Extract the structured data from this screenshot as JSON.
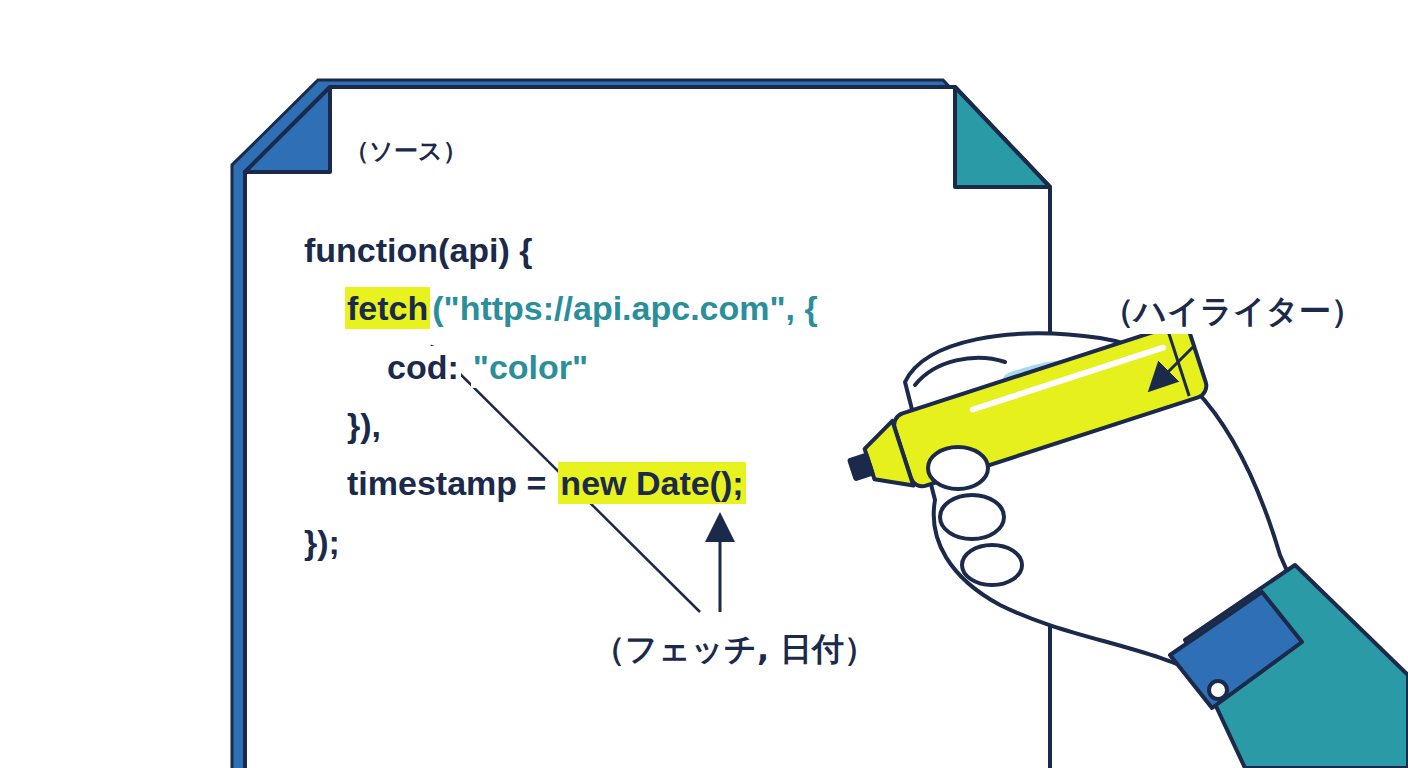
{
  "diagram": {
    "nodes": [
      {
        "text": [
          "（ソース）",
          "function(api) {",
          "fetch",
          "(\"https://api.apc.com\", {",
          "cod:",
          "\"color\"",
          "}),",
          "timestamp =",
          "new Date();",
          "});"
        ]
      }
    ],
    "labels": [
      "（ハイライター）",
      "（フェッチ, 日付）"
    ]
  }
}
